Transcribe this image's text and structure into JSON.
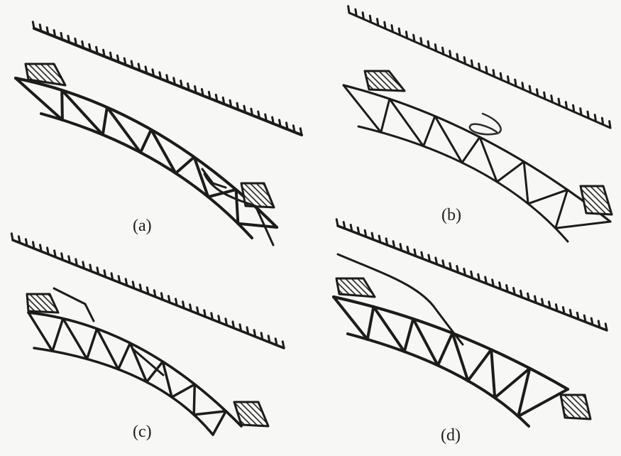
{
  "panels": [
    {
      "id": "a",
      "caption": "(a)"
    },
    {
      "id": "b",
      "caption": "(b)"
    },
    {
      "id": "c",
      "caption": "(c)"
    },
    {
      "id": "d",
      "caption": "(d)"
    }
  ],
  "colors": {
    "ink": "#1c1c1c",
    "paper": "#f7f7f5",
    "hatch": "#222222"
  }
}
